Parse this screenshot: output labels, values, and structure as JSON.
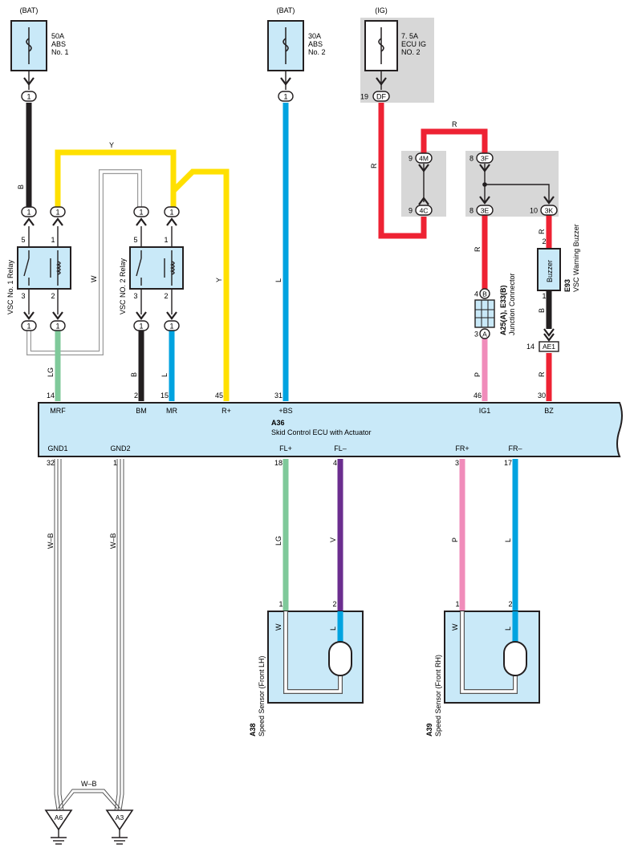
{
  "colors": {
    "black": "#231f20",
    "yellow": "#ffe000",
    "blue": "#00a3e0",
    "red": "#ee2233",
    "green": "#7fc99a",
    "pink": "#f08cba",
    "purple": "#6b2d8f",
    "component_fill": "#c9e9f8",
    "shade": "#d7d7d7"
  },
  "power": {
    "bat1": "(BAT)",
    "bat2": "(BAT)",
    "ig": "(IG)",
    "fuse1": [
      "50A",
      "ABS",
      "No. 1"
    ],
    "fuse2": [
      "30A",
      "ABS",
      "No. 2"
    ],
    "fuse3": [
      "7. 5A",
      "ECU IG",
      "NO. 2"
    ]
  },
  "relays": {
    "relay1": "VSC No. 1 Relay",
    "relay2": "VSC NO. 2 Relay",
    "pin_top": "5",
    "pin_top2": "1",
    "pin_bottom": "3",
    "pin_bottom2": "2"
  },
  "connectors": {
    "one": "1",
    "df": "DF",
    "df_pin": "19",
    "c4m": "4M",
    "c4m_pin": "9",
    "c4c": "4C",
    "c4c_pin": "9",
    "c3f": "3F",
    "c3f_pin": "8",
    "c3e": "3E",
    "c3e_pin": "8",
    "c3k": "3K",
    "c3k_pin": "10",
    "b": "B",
    "b_pin": "4",
    "a": "A",
    "a_pin": "3",
    "ae1": "AE1",
    "ae1_pin": "14"
  },
  "wire_labels": {
    "B": "B",
    "Y": "Y",
    "W": "W",
    "L": "L",
    "R": "R",
    "LG": "LG",
    "P": "P",
    "V": "V",
    "WB": "W–B"
  },
  "junction": {
    "id": "A25(A), E33(B)",
    "name": "Junction Connector"
  },
  "buzzer": {
    "label": "Buzzer",
    "id": "E93",
    "name": "VSC Warning Buzzer",
    "pin_top": "2",
    "pin_bottom": "1"
  },
  "ecu": {
    "id": "A36",
    "name": "Skid Control ECU with Actuator",
    "top_pins": [
      {
        "num": "14",
        "label": "MRF"
      },
      {
        "num": "2",
        "label": "BM"
      },
      {
        "num": "15",
        "label": "MR"
      },
      {
        "num": "45",
        "label": "R+"
      },
      {
        "num": "31",
        "label": "+BS"
      },
      {
        "num": "46",
        "label": "IG1"
      },
      {
        "num": "30",
        "label": "BZ"
      }
    ],
    "bottom_pins": [
      {
        "num": "32",
        "label": "GND1"
      },
      {
        "num": "1",
        "label": "GND2"
      },
      {
        "num": "18",
        "label": "FL+"
      },
      {
        "num": "4",
        "label": "FL–"
      },
      {
        "num": "3",
        "label": "FR+"
      },
      {
        "num": "17",
        "label": "FR–"
      }
    ]
  },
  "sensors": {
    "lh_id": "A38",
    "lh_name": "Speed Sensor (Front LH)",
    "rh_id": "A39",
    "rh_name": "Speed Sensor (Front RH)",
    "pin1": "1",
    "pin2": "2"
  },
  "grounds": {
    "a6": "A6",
    "a3": "A3"
  }
}
